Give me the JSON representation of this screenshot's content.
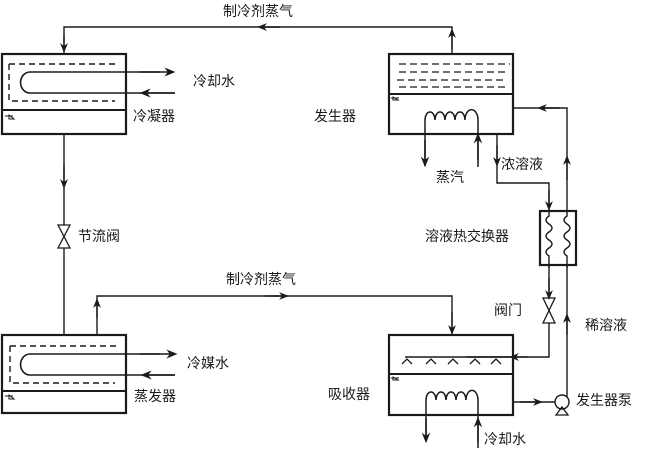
{
  "title": "吸收式制冷循环示意图",
  "components": {
    "condenser": {
      "label": "冷凝器"
    },
    "generator": {
      "label": "发生器"
    },
    "evaporator": {
      "label": "蒸发器"
    },
    "absorber": {
      "label": "吸收器"
    },
    "heat_exchanger": {
      "label": "溶液热交换器"
    },
    "throttle_valve": {
      "label": "节流阀"
    },
    "valve": {
      "label": "阀门"
    },
    "pump": {
      "label": "发生器泵"
    }
  },
  "streams": {
    "refrigerant_vapor_top": "制冷剂蒸气",
    "refrigerant_vapor_bottom": "制冷剂蒸气",
    "condenser_cooling_water": "冷却水",
    "chilled_water": "冷媒水",
    "steam": "蒸汽",
    "strong_solution": "浓溶液",
    "weak_solution": "稀溶液",
    "absorber_cooling_water": "冷却水"
  },
  "colors": {
    "line": "#1a1a1a",
    "background": "#ffffff"
  }
}
